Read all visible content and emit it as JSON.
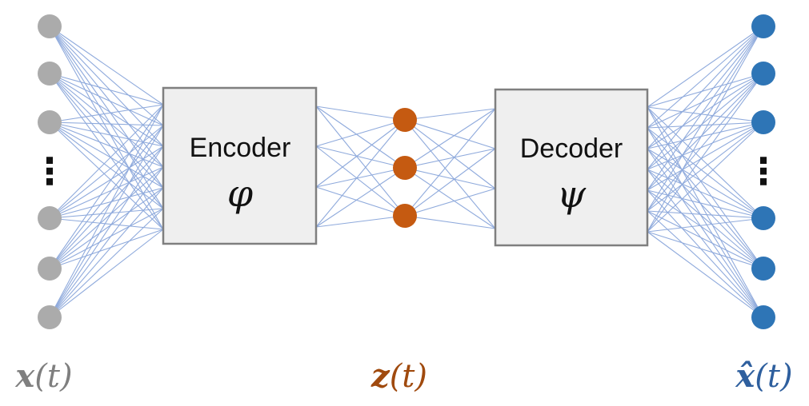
{
  "colors": {
    "input": "#ababab",
    "latent": "#c55a11",
    "output": "#2e75b6",
    "edge": "#8faadc",
    "box_fill": "#efefef",
    "box_stroke": "#7f7f7f"
  },
  "encoder": {
    "label": "Encoder",
    "symbol": "φ"
  },
  "decoder": {
    "label": "Decoder",
    "symbol": "ψ"
  },
  "labels": {
    "input_main": "x",
    "input_arg": "(t)",
    "latent_main": "z",
    "latent_arg": "(t)",
    "output_main": "x̂",
    "output_arg": "(t)"
  },
  "ellipsis": "⋮"
}
